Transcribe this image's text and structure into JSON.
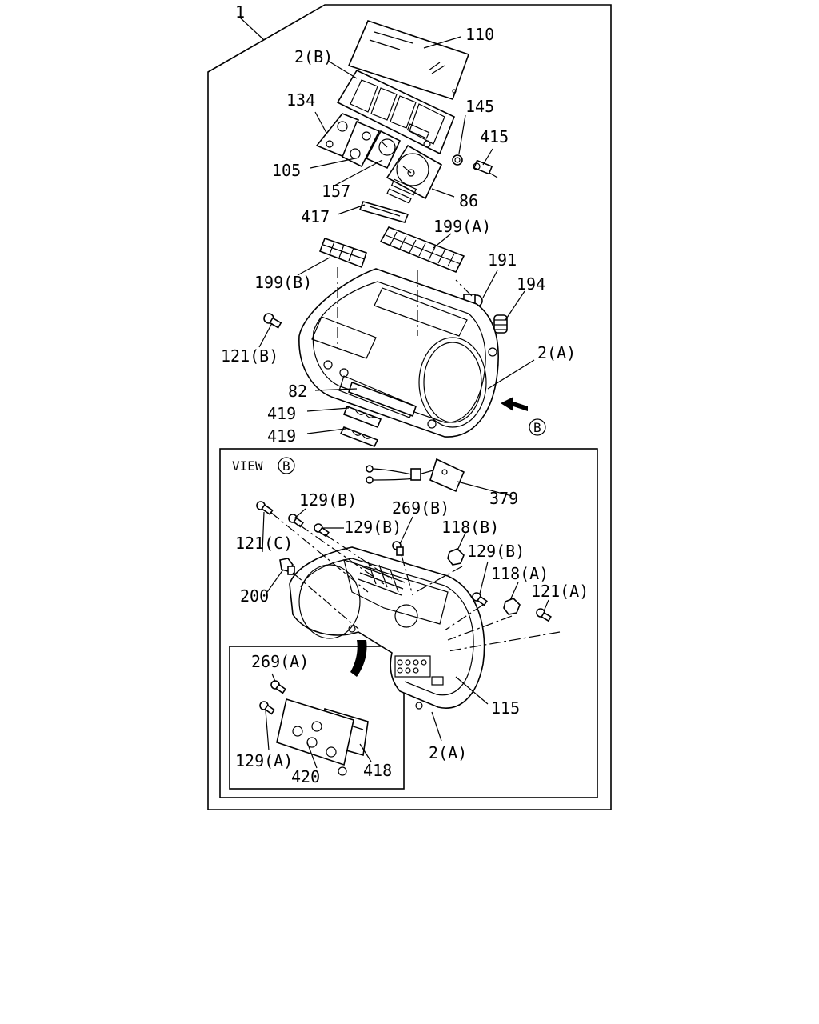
{
  "labels": {
    "l1": "1",
    "l110": "110",
    "l2b": "2(B)",
    "l134": "134",
    "l145": "145",
    "l415": "415",
    "l105": "105",
    "l157": "157",
    "l86": "86",
    "l417": "417",
    "l199a": "199(A)",
    "l199b": "199(B)",
    "l191": "191",
    "l194": "194",
    "l121b": "121(B)",
    "l2a_top": "2(A)",
    "l82": "82",
    "l419a": "419",
    "l419b": "419",
    "lB_marker": "B",
    "view_text": "VIEW",
    "view_marker": "B",
    "l379": "379",
    "l129b_1": "129(B)",
    "l269b": "269(B)",
    "l129b_2": "129(B)",
    "l118b": "118(B)",
    "l121c": "121(C)",
    "l129b_3": "129(B)",
    "l200": "200",
    "l118a": "118(A)",
    "l121a": "121(A)",
    "l269a": "269(A)",
    "l115": "115",
    "l129a": "129(A)",
    "l420": "420",
    "l418": "418",
    "l2a_bottom": "2(A)"
  }
}
